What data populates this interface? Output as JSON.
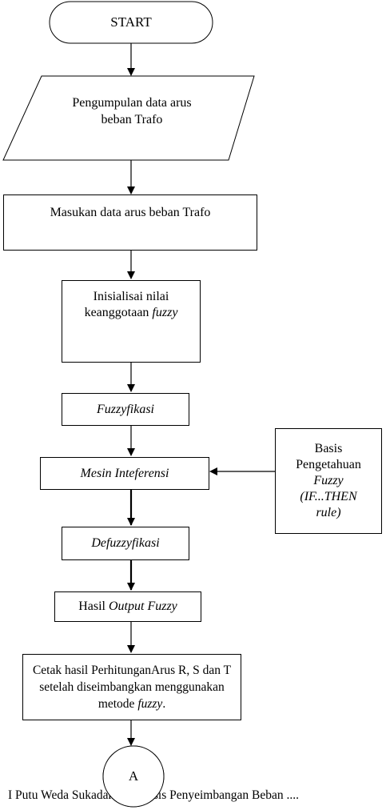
{
  "start": "START",
  "parallelogram": {
    "line1": "Pengumpulan data arus",
    "line2": "beban Trafo"
  },
  "input": "Masukan data arus beban Trafo",
  "init": {
    "line1": "Inisialisai nilai",
    "line2_pre": "keanggotaan ",
    "line2_it": "fuzzy"
  },
  "fuzzyfikasi": "Fuzzyfikasi",
  "inferensi": "Mesin Inteferensi",
  "basis": {
    "line1": "Basis",
    "line2": "Pengetahuan",
    "line3": "Fuzzy",
    "line4": "(IF...THEN",
    "line5": "rule)"
  },
  "defuzzyfikasi": "Defuzzyfikasi",
  "hasil": {
    "pre": "Hasil ",
    "it": "Output Fuzzy"
  },
  "cetak": {
    "line1": "Cetak hasil PerhitunganArus R, S dan T",
    "line2": "setelah diseimbangkan menggunakan",
    "line3_pre": "metode ",
    "line3_it": "fuzzy",
    "line3_post": "."
  },
  "connector": "A",
  "footer": "I Putu Weda Sukadana: Analisis Penyeimbangan Beban ...."
}
